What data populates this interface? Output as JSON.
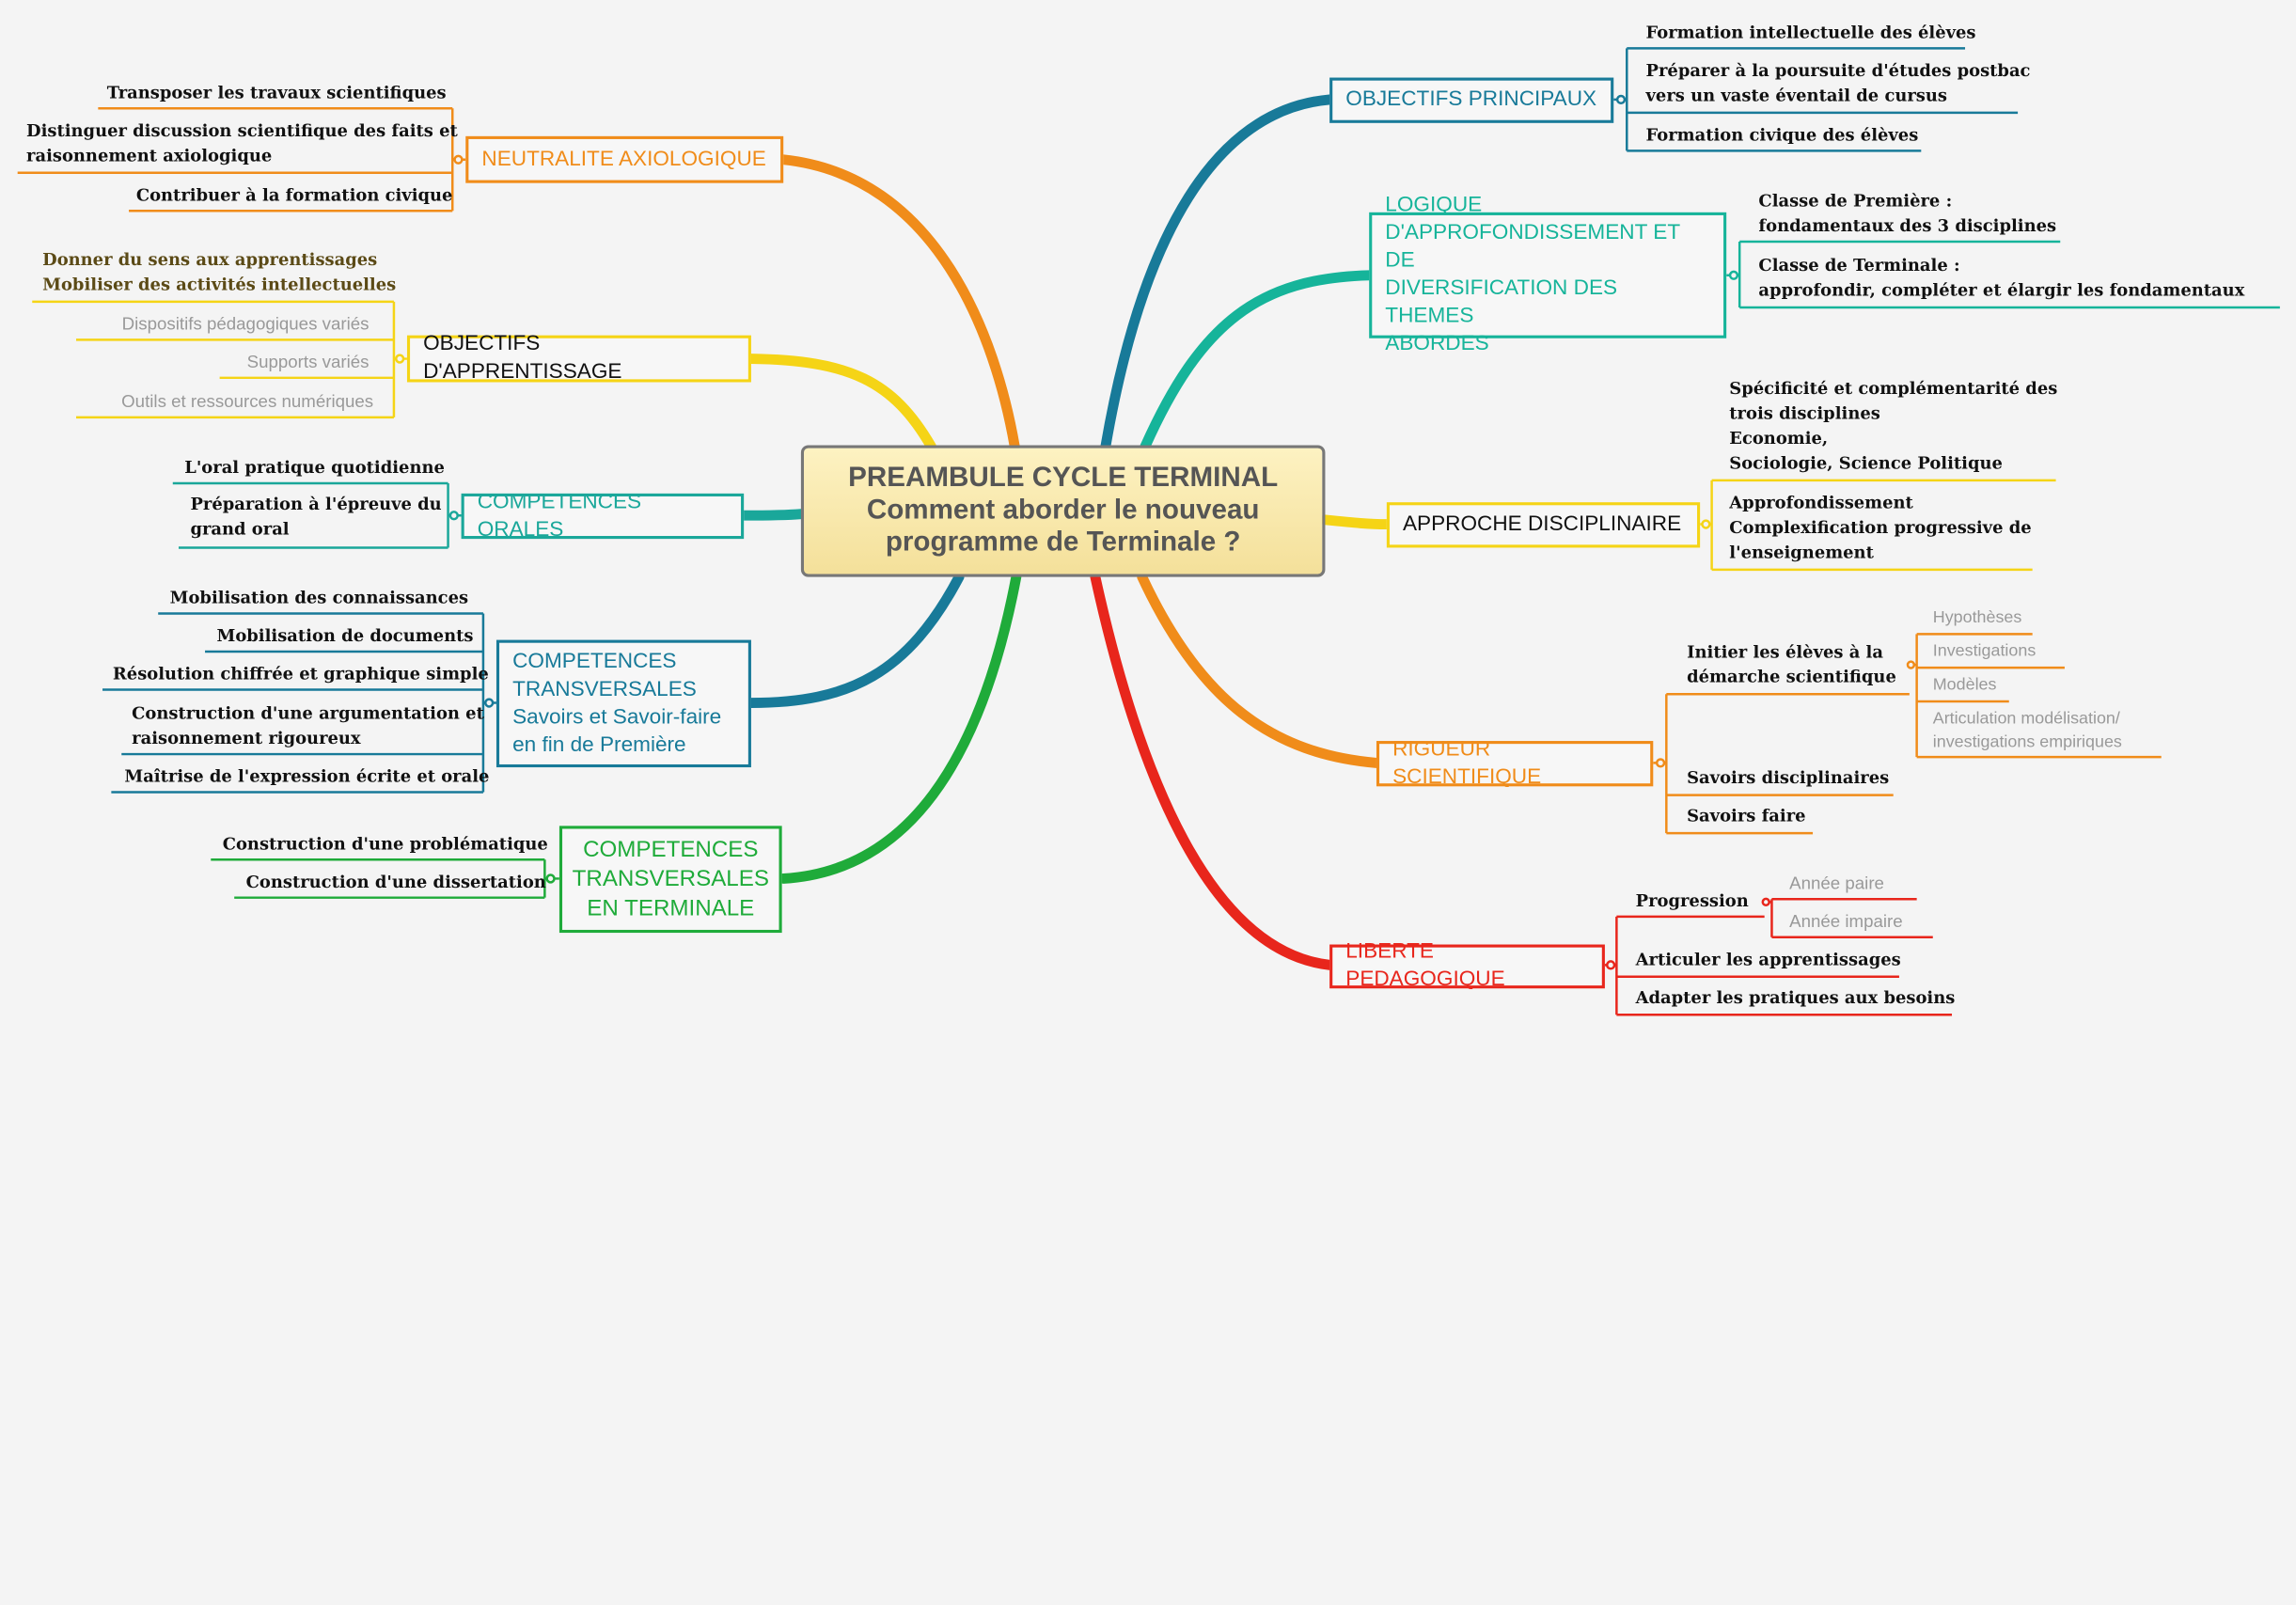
{
  "center": {
    "line1": "PREAMBULE CYCLE TERMINAL",
    "line2": "Comment aborder le nouveau",
    "line3": "programme de Terminale ?"
  },
  "colors": {
    "orange": "#f08c1a",
    "yellow": "#f5d416",
    "teal": "#1aa79a",
    "blue": "#187a99",
    "green": "#1fab3a",
    "cyan": "#16b49a",
    "red": "#e8261c",
    "gray_text": "#999999"
  },
  "branches": {
    "neutralite": {
      "title": "NEUTRALITE AXIOLOGIQUE",
      "items": [
        "Transposer les travaux scientifiques",
        "Distinguer discussion scientifique des faits et\nraisonnement axiologique",
        "Contribuer à la formation civique"
      ]
    },
    "apprentissage": {
      "title": "OBJECTIFS D'APPRENTISSAGE",
      "items": [
        "Donner du sens aux apprentissages\nMobiliser des activités intellectuelles",
        "Dispositifs pédagogiques variés",
        "Supports variés",
        "Outils et ressources numériques"
      ]
    },
    "orales": {
      "title": "COMPETENCES ORALES",
      "items": [
        "L'oral pratique quotidienne",
        "Préparation à l'épreuve du\ngrand oral"
      ]
    },
    "transversales_premiere": {
      "title": "COMPETENCES\nTRANSVERSALES\nSavoirs et Savoir-faire\nen fin de Première",
      "items": [
        "Mobilisation des connaissances",
        "Mobilisation de documents",
        "Résolution chiffrée et graphique simple",
        "Construction d'une argumentation et\nraisonnement rigoureux",
        "Maîtrise de l'expression écrite et orale"
      ]
    },
    "transversales_terminale": {
      "title": "COMPETENCES\nTRANSVERSALES\nEN TERMINALE",
      "items": [
        "Construction d'une problématique",
        "Construction d'une dissertation"
      ]
    },
    "objectifs": {
      "title": "OBJECTIFS PRINCIPAUX",
      "items": [
        "Formation intellectuelle des élèves",
        "Préparer à la poursuite d'études postbac\nvers un vaste éventail de cursus",
        "Formation civique des élèves"
      ]
    },
    "logique": {
      "title": "LOGIQUE\nD'APPROFONDISSEMENT ET DE\nDIVERSIFICATION DES THEMES\nABORDES",
      "items": [
        "Classe de Première :\nfondamentaux des 3 disciplines",
        "Classe de Terminale :\napprofondir, compléter et élargir les fondamentaux"
      ]
    },
    "approche": {
      "title": "APPROCHE DISCIPLINAIRE",
      "items": [
        "Spécificité et complémentarité des\ntrois disciplines\nEconomie,\nSociologie, Science Politique",
        "Approfondissement\nComplexification progressive de\nl'enseignement"
      ]
    },
    "rigueur": {
      "title": "RIGUEUR SCIENTIFIQUE",
      "items": [
        "Initier les élèves à la\ndémarche scientifique",
        "Savoirs disciplinaires",
        "Savoirs faire"
      ],
      "sub": [
        "Hypothèses",
        "Investigations",
        "Modèles",
        "Articulation modélisation/\ninvestigations empiriques"
      ]
    },
    "liberte": {
      "title": "LIBERTE PEDAGOGIQUE",
      "items": [
        "Progression",
        "Articuler les apprentissages",
        "Adapter les pratiques aux besoins"
      ],
      "sub": [
        "Année paire",
        "Année impaire"
      ]
    }
  }
}
